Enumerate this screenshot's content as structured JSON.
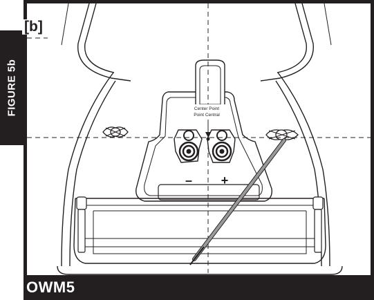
{
  "figure_tab": {
    "label": "FIGURE 5b"
  },
  "panel_label": "[b]",
  "callout": {
    "line1": "Center Point",
    "line2": "Point Central"
  },
  "terminals": {
    "negative_symbol": "–",
    "positive_symbol": "+"
  },
  "model_label": "OWM5",
  "colors": {
    "ink": "#231f20",
    "guide_rod": "#9a9a9a",
    "background": "#ffffff"
  }
}
